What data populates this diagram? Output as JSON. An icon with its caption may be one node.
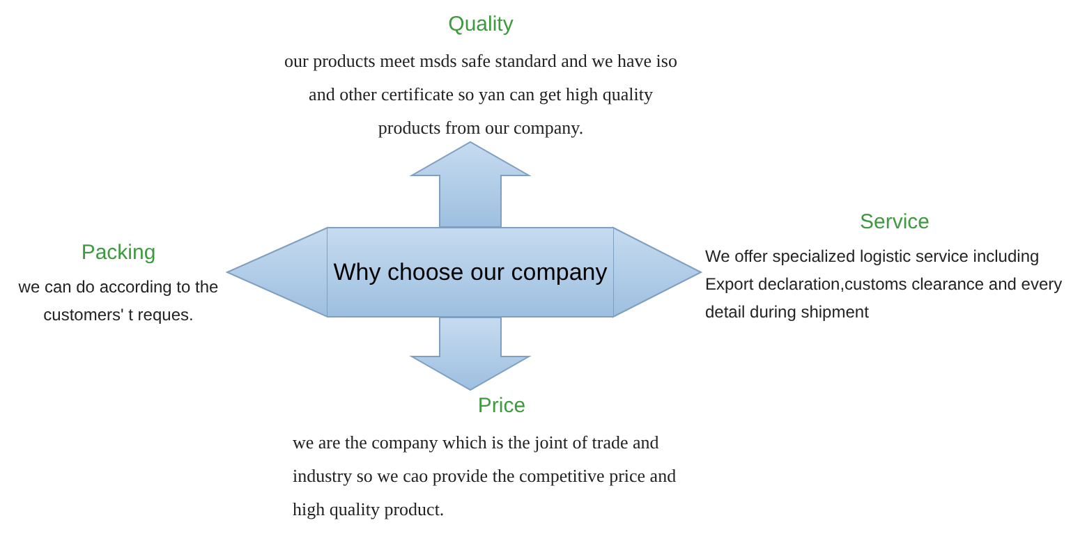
{
  "diagram": {
    "nodes": [
      {
        "text": [
          "Why choose our company"
        ]
      },
      {
        "text": [
          "Quality",
          "our products meet msds safe standard and we have iso and other certificate so yan can get high quality products from our company."
        ]
      },
      {
        "text": [
          "Packing",
          "we can do according to the customers' t reques."
        ]
      },
      {
        "text": [
          "Service",
          "We offer specialized logistic service including Export declaration,customs clearance and every detail during shipment"
        ]
      },
      {
        "text": [
          "Price",
          "we are the company which is the joint of trade and industry so we cao provide the competitive price and high quality product."
        ]
      }
    ],
    "edges": [
      {
        "from": 0,
        "to": 1,
        "arrow": "to"
      },
      {
        "from": 0,
        "to": 2,
        "arrow": "to"
      },
      {
        "from": 0,
        "to": 3,
        "arrow": "to"
      },
      {
        "from": 0,
        "to": 4,
        "arrow": "to"
      }
    ]
  }
}
